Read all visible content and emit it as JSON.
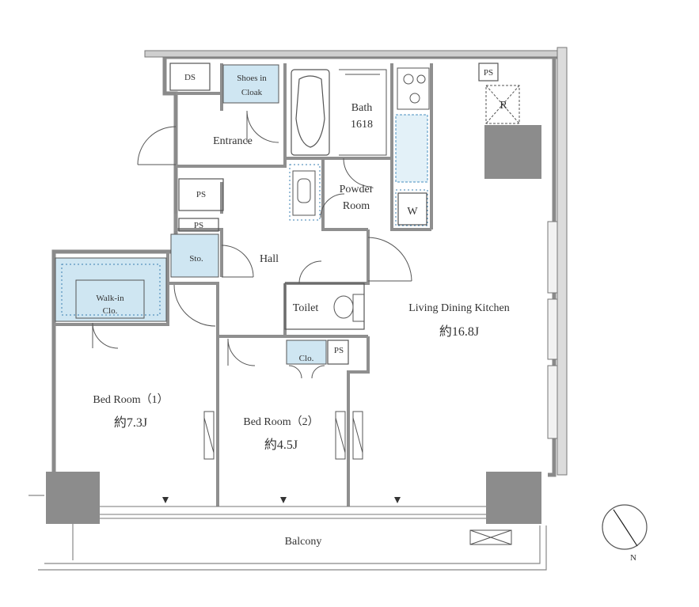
{
  "rooms": {
    "ds": "DS",
    "shoes_in_cloak_1": "Shoes in",
    "shoes_in_cloak_2": "Cloak",
    "bath_1": "Bath",
    "bath_2": "1618",
    "entrance": "Entrance",
    "ps_top_right": "PS",
    "refrigerator": "R",
    "ps_entrance": "PS",
    "powder_room_1": "Powder",
    "powder_room_2": "Room",
    "washer": "W",
    "ps_small": "PS",
    "storage": "Sto.",
    "hall": "Hall",
    "walk_in_1": "Walk-in",
    "walk_in_2": "Clo.",
    "toilet": "Toilet",
    "ldk_name": "Living Dining Kitchen",
    "ldk_size": "約16.8J",
    "closet": "Clo.",
    "ps_closet": "PS",
    "bed1_name": "Bed Room（1）",
    "bed1_size": "約7.3J",
    "bed2_name": "Bed Room（2）",
    "bed2_size": "約4.5J",
    "balcony": "Balcony"
  },
  "compass": {
    "north_label": "N"
  },
  "colors": {
    "wall": "#9a9a9a",
    "wall_dark": "#6f6f6f",
    "storage_fill": "#cfe6f2",
    "column_fill": "#8c8c8c",
    "line": "#555555"
  }
}
